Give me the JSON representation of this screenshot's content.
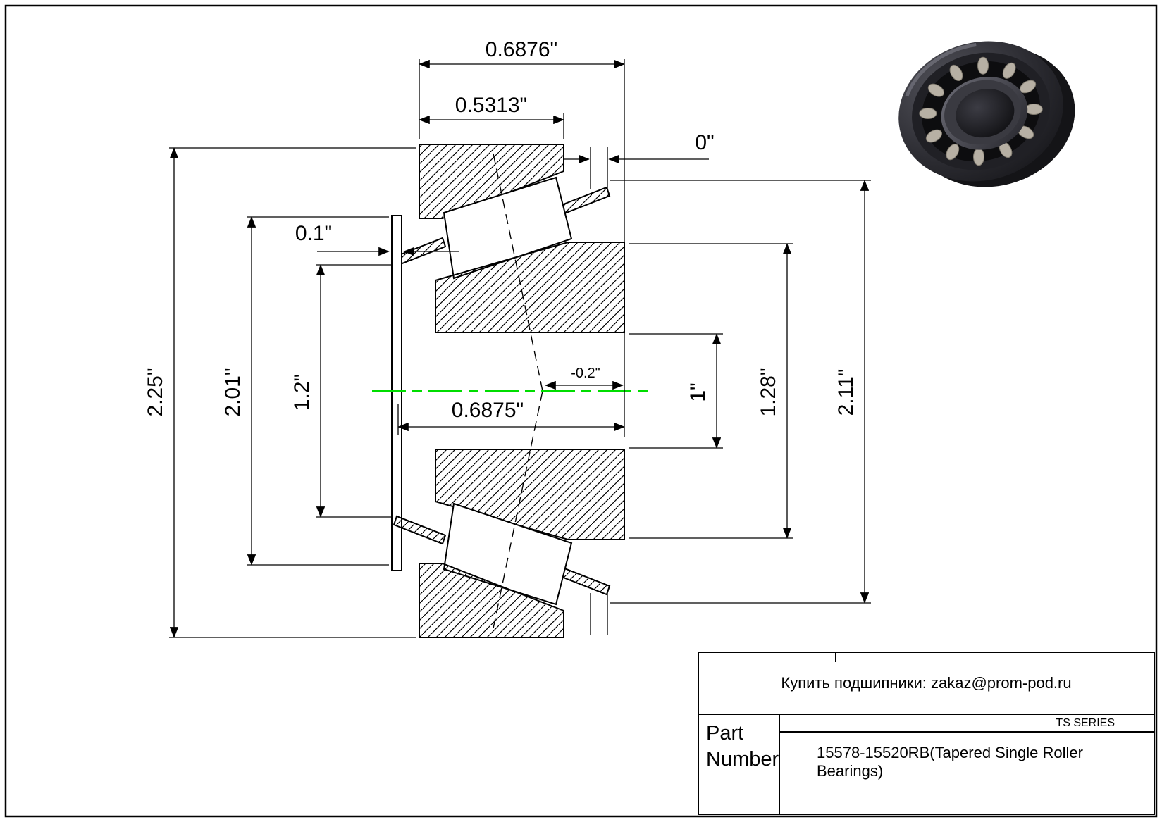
{
  "colors": {
    "line": "#000000",
    "centerline_green": "#00dd00"
  },
  "drawing": {
    "dims": {
      "overall_width": "0.6876\"",
      "cup_width": "0.5313\"",
      "backface_offset": "0\"",
      "flange_width": "0.1\"",
      "outer_height": "2.25\"",
      "flange_od": "2.01\"",
      "inner_height": "1.2\"",
      "cone_width": "0.6875\"",
      "effective_center": "-0.2\"",
      "bore": "1\"",
      "cone_od": "1.28\"",
      "cup_od": "2.11\""
    }
  },
  "title_block": {
    "contact": "Купить подшипники: zakaz@prom-pod.ru",
    "series": "TS SERIES",
    "part_label_line1": "Part",
    "part_label_line2": "Number",
    "part_number": "15578-15520RB(Tapered Single Roller Bearings)"
  }
}
